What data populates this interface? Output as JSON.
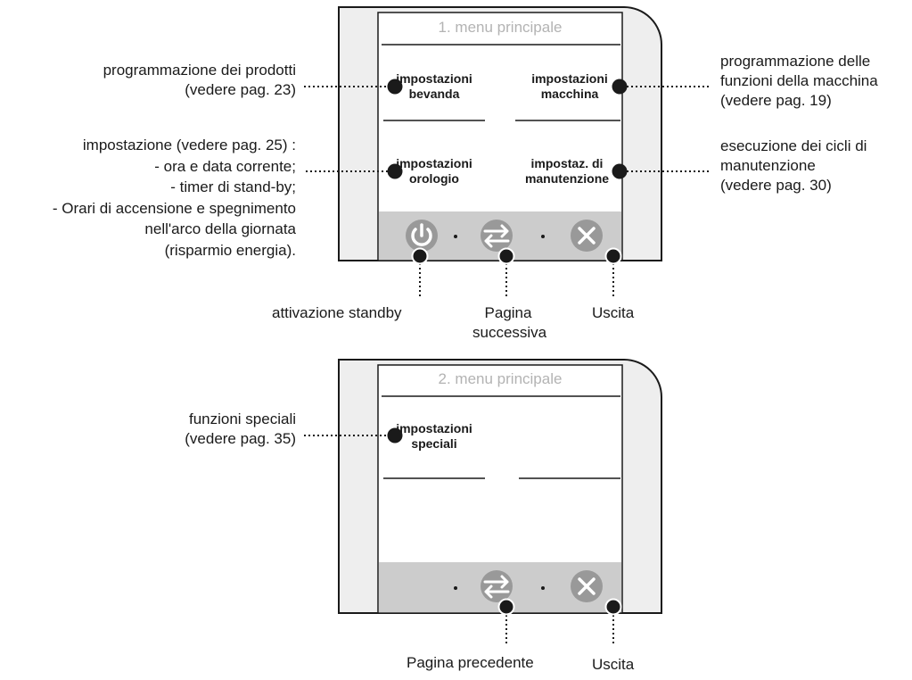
{
  "panel1": {
    "title": "1. menu principale",
    "buttons": [
      {
        "line1": "impostazioni",
        "line2": "bevanda"
      },
      {
        "line1": "impostazioni",
        "line2": "macchina"
      },
      {
        "line1": "impostazioni",
        "line2": "orologio"
      },
      {
        "line1": "impostaz. di",
        "line2": "manutenzione"
      }
    ],
    "bottom_icons": [
      "power-icon",
      "swap-arrows-icon",
      "close-icon"
    ],
    "separator": "·"
  },
  "panel2": {
    "title": "2. menu principale",
    "buttons": [
      {
        "line1": "impostazioni",
        "line2": "speciali"
      }
    ],
    "bottom_icons": [
      "swap-arrows-icon",
      "close-icon"
    ],
    "separator": "·"
  },
  "callouts1": {
    "prodotti": {
      "line1": "programmazione dei prodotti",
      "line2": "(vedere pag. 23)"
    },
    "macchina": {
      "line1": "programmazione delle",
      "line2": "funzioni della macchina",
      "line3": "(vedere pag. 19)"
    },
    "orologio": {
      "line1": "impostazione (vedere pag. 25) :",
      "line2": "- ora e data corrente;",
      "line3": "- timer di stand-by;",
      "line4": "- Orari di accensione e spegnimento",
      "line5": "nell'arco della giornata",
      "line6": "(risparmio energia)."
    },
    "manutenzione": {
      "line1": "esecuzione dei cicli di",
      "line2": "manutenzione",
      "line3": "(vedere pag. 30)"
    },
    "standby": "attivazione standby",
    "next": {
      "line1": "Pagina",
      "line2": "successiva"
    },
    "exit": "Uscita"
  },
  "callouts2": {
    "speciali": {
      "line1": "funzioni speciali",
      "line2": "(vedere pag. 35)"
    },
    "prev": "Pagina precedente",
    "exit": "Uscita"
  },
  "colors": {
    "panel_outer": "#eeeeee",
    "screen": "#ffffff",
    "bottom_bar": "#cccccc",
    "icon": "#999999",
    "title_text": "#b3b3b3",
    "callout": "#1a1a1a"
  }
}
